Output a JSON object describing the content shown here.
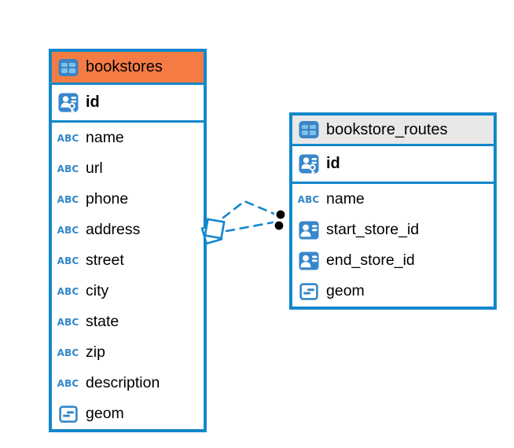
{
  "diagram": {
    "kind": "entity-relationship-diagram",
    "background": "#ffffff"
  },
  "colors": {
    "accent_blue": "#1287CB",
    "icon_blue": "#3187C9",
    "icon_fill_blue": "#3787CD",
    "icon_cell_blue": "#7FC0E8",
    "header_orange": "#F57B45",
    "header_gray": "#E8E8E8",
    "text": "#000000",
    "dot_black": "#000000"
  },
  "icons": {
    "varchar_glyph": "ABC",
    "table_icon": "table-grid",
    "primary_key_icon": "person-badge-with-key",
    "foreign_key_icon": "person-badge",
    "geometry_icon": "square-with-dashes"
  },
  "tables": [
    {
      "name": "bookstores",
      "header_style": "orange",
      "primary_key": {
        "name": "id",
        "type": "primary-key"
      },
      "fields": [
        {
          "name": "name",
          "type": "text"
        },
        {
          "name": "url",
          "type": "text"
        },
        {
          "name": "phone",
          "type": "text"
        },
        {
          "name": "address",
          "type": "text"
        },
        {
          "name": "street",
          "type": "text"
        },
        {
          "name": "city",
          "type": "text"
        },
        {
          "name": "state",
          "type": "text"
        },
        {
          "name": "zip",
          "type": "text"
        },
        {
          "name": "description",
          "type": "text"
        },
        {
          "name": "geom",
          "type": "geometry"
        }
      ]
    },
    {
      "name": "bookstore_routes",
      "header_style": "gray",
      "primary_key": {
        "name": "id",
        "type": "primary-key"
      },
      "fields": [
        {
          "name": "name",
          "type": "text"
        },
        {
          "name": "start_store_id",
          "type": "foreign-key"
        },
        {
          "name": "end_store_id",
          "type": "foreign-key"
        },
        {
          "name": "geom",
          "type": "geometry"
        }
      ]
    }
  ],
  "relationships": [
    {
      "from": "bookstores",
      "to": "bookstore_routes",
      "line_style": "dashed",
      "from_marker": "stacked-squares",
      "to_marker": "black-dot"
    },
    {
      "from": "bookstores",
      "to": "bookstore_routes",
      "line_style": "dashed",
      "from_marker": "stacked-squares",
      "to_marker": "black-dot"
    }
  ]
}
